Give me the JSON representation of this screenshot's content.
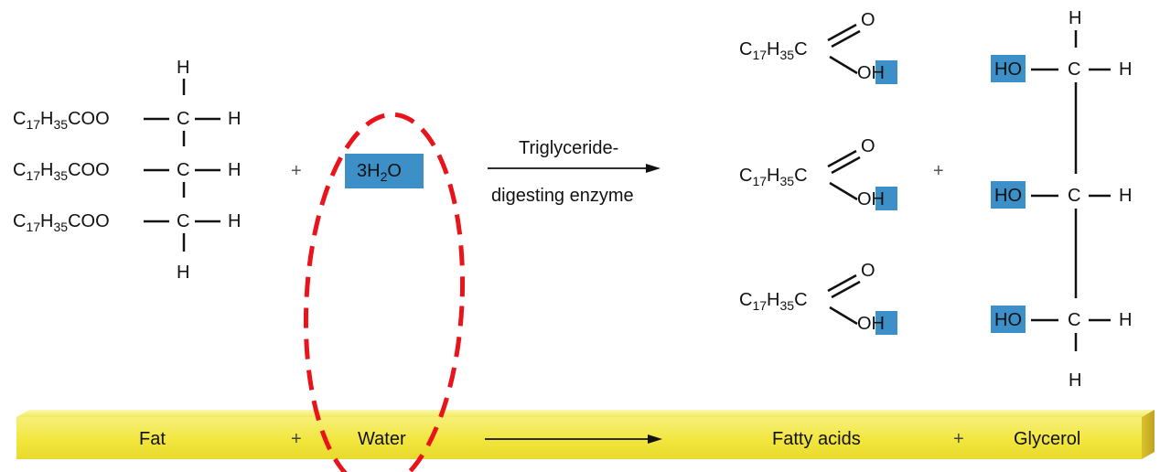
{
  "fat": {
    "rows": [
      "C17H35COO",
      "C17H35COO",
      "C17H35COO"
    ],
    "carbon": "C",
    "hydrogen": "H"
  },
  "water": {
    "formula": "3H2O"
  },
  "plus": "+",
  "enzyme": {
    "line1": "Triglyceride-",
    "line2": "digesting enzyme"
  },
  "fatty_acid": {
    "chain": "C17H35C",
    "o": "O",
    "oh": "OH"
  },
  "glycerol": {
    "ho": "HO",
    "c": "C",
    "h": "H"
  },
  "banner": {
    "fat": "Fat",
    "plus1": "+",
    "water": "Water",
    "fatty_acids": "Fatty acids",
    "plus2": "+",
    "glycerol": "Glycerol"
  },
  "colors": {
    "highlight": "#3d8fc8",
    "banner": "#f2e63d",
    "annotation": "#e8131b"
  }
}
